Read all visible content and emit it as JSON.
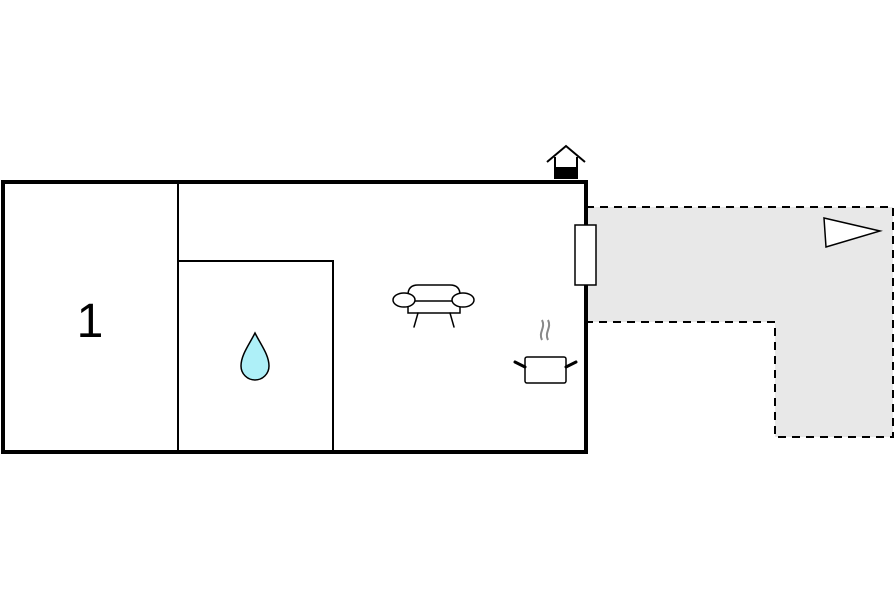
{
  "floorplan": {
    "rooms": [
      {
        "label": "1",
        "type": "bedroom"
      },
      {
        "label": "",
        "type": "bathroom"
      },
      {
        "label": "",
        "type": "living-kitchen"
      }
    ],
    "terrace": {
      "label": "",
      "type": "terrace"
    },
    "icons": [
      "entrance-house-icon",
      "water-drop-icon",
      "sofa-icon",
      "cooking-pot-icon",
      "window-icon",
      "flag-pennant-icon"
    ],
    "colors": {
      "wall": "#000000",
      "background": "#ffffff",
      "terrace_fill": "#e8e8e8",
      "water_drop": "#aef0f8",
      "steam": "#888888",
      "entrance_roof_fill": "#000000"
    }
  }
}
